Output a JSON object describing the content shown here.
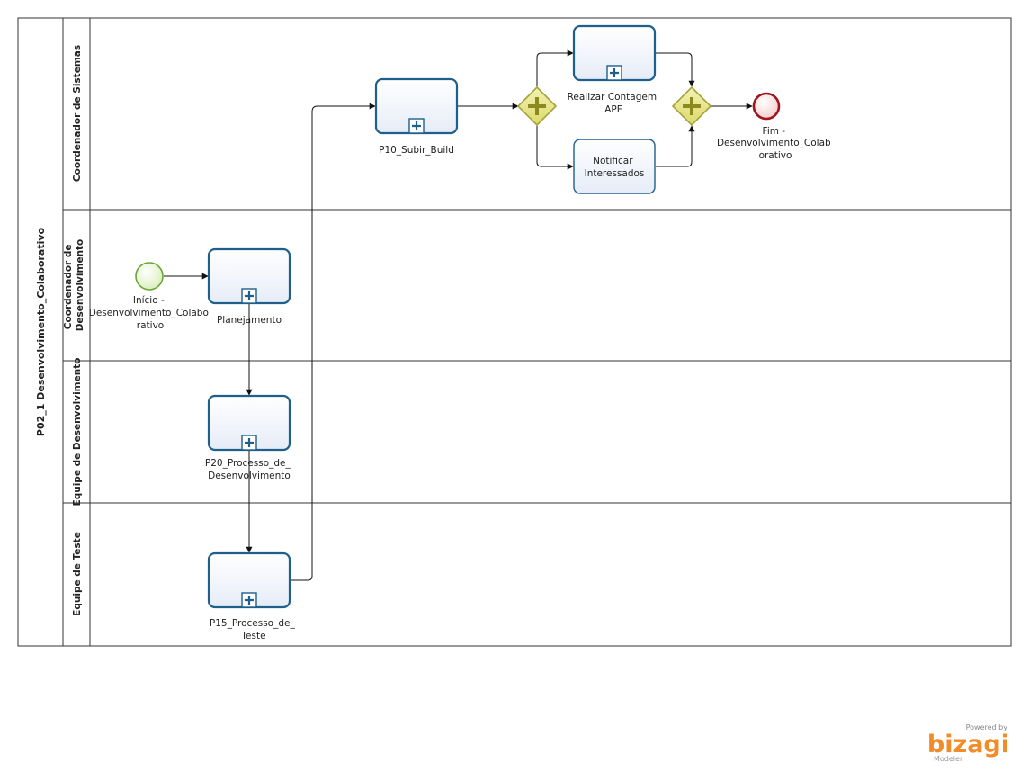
{
  "pool": {
    "label": "P02_1 Desenvolvimento_Colaborativo"
  },
  "lanes": [
    {
      "label": "Coordenador de Sistemas"
    },
    {
      "label_line1": "Coordenador de",
      "label_line2": "Desenvolvimento"
    },
    {
      "label": "Equipe de Desenvolvimento"
    },
    {
      "label": "Equipe de Teste"
    }
  ],
  "start_event": {
    "label_lines": [
      "Início -",
      "Desenvolvimento_Colabo",
      "rativo"
    ]
  },
  "end_event": {
    "label_lines": [
      "Fim -",
      "Desenvolvimento_Colab",
      "orativo"
    ]
  },
  "tasks": {
    "planejamento": {
      "label_lines": [
        "Planejamento"
      ]
    },
    "p20": {
      "label_lines": [
        "P20_Processo_de_",
        "Desenvolvimento"
      ]
    },
    "p15": {
      "label_lines": [
        "P15_Processo_de_",
        "Teste"
      ]
    },
    "p10": {
      "label_lines": [
        "P10_Subir_Build"
      ]
    },
    "contagem": {
      "label_lines": [
        "Realizar Contagem",
        "APF"
      ]
    },
    "notificar": {
      "label_lines": [
        "Notificar",
        "Interessados"
      ]
    }
  },
  "branding": {
    "powered_by": "Powered by",
    "logo": "bizagi",
    "product": "Modeler"
  },
  "colors": {
    "task_stroke": "#1f5f8b",
    "task_fill_top": "#ffffff",
    "task_fill_bottom": "#e6ecf7",
    "gateway_fill": "#e8e68a",
    "gateway_stroke": "#a4a238",
    "gateway_plus": "#8c8a1e",
    "start_fill": "#e4f5c8",
    "start_stroke": "#6aa536",
    "end_fill": "#fbe0e0",
    "end_stroke": "#a0141c",
    "brand_orange": "#f28c28"
  }
}
